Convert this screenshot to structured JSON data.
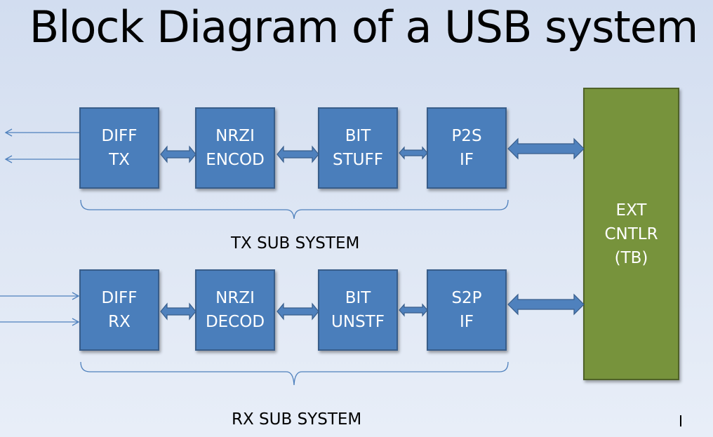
{
  "title": "Block Diagram of a USB system",
  "tx": {
    "caption": "TX SUB SYSTEM",
    "blocks": [
      {
        "line1": "DIFF",
        "line2": "TX"
      },
      {
        "line1": "NRZI",
        "line2": "ENCOD"
      },
      {
        "line1": "BIT",
        "line2": "STUFF"
      },
      {
        "line1": "P2S",
        "line2": "IF"
      }
    ]
  },
  "rx": {
    "caption": "RX SUB SYSTEM",
    "blocks": [
      {
        "line1": "DIFF",
        "line2": "RX"
      },
      {
        "line1": "NRZI",
        "line2": "DECOD"
      },
      {
        "line1": "BIT",
        "line2": "UNSTF"
      },
      {
        "line1": "S2P",
        "line2": "IF"
      }
    ]
  },
  "ext": {
    "line1": "EXT",
    "line2": "CNTLR",
    "line3": "(TB)"
  },
  "colors": {
    "block_fill": "#4a7ebb",
    "block_border": "#385d8a",
    "ext_fill": "#77933c",
    "connector": "#4f81bd"
  }
}
